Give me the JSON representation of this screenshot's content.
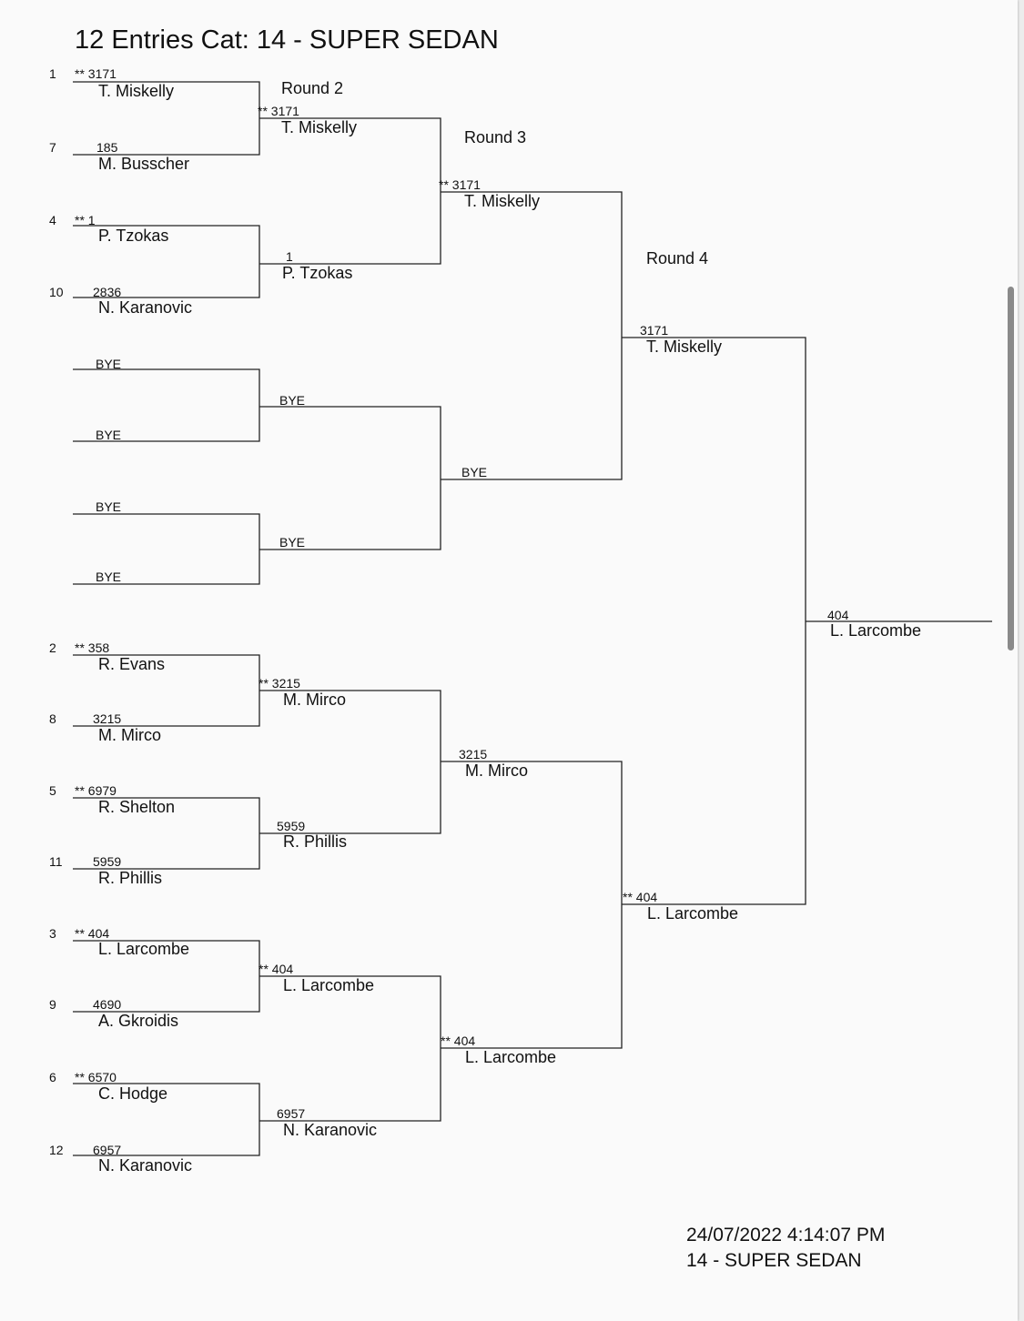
{
  "header": {
    "title": "12 Entries Cat: 14 - SUPER SEDAN"
  },
  "round_labels": {
    "round2": "Round 2",
    "round3": "Round 3",
    "round4": "Round 4"
  },
  "round1": [
    {
      "seed": "1",
      "car": "** 3171",
      "driver": "T. Miskelly"
    },
    {
      "seed": "7",
      "car": "185",
      "driver": "M. Busscher"
    },
    {
      "seed": "4",
      "car": "** 1",
      "driver": "P. Tzokas"
    },
    {
      "seed": "10",
      "car": "2836",
      "driver": "N. Karanovic"
    },
    {
      "seed": "",
      "car": "",
      "driver": "BYE"
    },
    {
      "seed": "",
      "car": "",
      "driver": "BYE"
    },
    {
      "seed": "",
      "car": "",
      "driver": "BYE"
    },
    {
      "seed": "",
      "car": "",
      "driver": "BYE"
    },
    {
      "seed": "2",
      "car": "** 358",
      "driver": "R. Evans"
    },
    {
      "seed": "8",
      "car": "3215",
      "driver": "M. Mirco"
    },
    {
      "seed": "5",
      "car": "** 6979",
      "driver": "R. Shelton"
    },
    {
      "seed": "11",
      "car": "5959",
      "driver": "R. Phillis"
    },
    {
      "seed": "3",
      "car": "** 404",
      "driver": "L. Larcombe"
    },
    {
      "seed": "9",
      "car": "4690",
      "driver": "A. Gkroidis"
    },
    {
      "seed": "6",
      "car": "** 6570",
      "driver": "C. Hodge"
    },
    {
      "seed": "12",
      "car": "6957",
      "driver": "N. Karanovic"
    }
  ],
  "round2": [
    {
      "car": "** 3171",
      "driver": "T. Miskelly"
    },
    {
      "car": "1",
      "driver": "P. Tzokas"
    },
    {
      "car": "",
      "driver": "BYE"
    },
    {
      "car": "",
      "driver": "BYE"
    },
    {
      "car": "** 3215",
      "driver": "M. Mirco"
    },
    {
      "car": "5959",
      "driver": "R. Phillis"
    },
    {
      "car": "** 404",
      "driver": "L. Larcombe"
    },
    {
      "car": "6957",
      "driver": "N. Karanovic"
    }
  ],
  "round3": [
    {
      "car": "** 3171",
      "driver": "T. Miskelly"
    },
    {
      "car": "",
      "driver": "BYE"
    },
    {
      "car": "3215",
      "driver": "M. Mirco"
    },
    {
      "car": "** 404",
      "driver": "L. Larcombe"
    }
  ],
  "round4": [
    {
      "car": "3171",
      "driver": "T. Miskelly"
    },
    {
      "car": "** 404",
      "driver": "L. Larcombe"
    }
  ],
  "final": {
    "car": "404",
    "driver": "L. Larcombe"
  },
  "footer": {
    "timestamp": "24/07/2022 4:14:07 PM",
    "category": "14 - SUPER SEDAN"
  }
}
